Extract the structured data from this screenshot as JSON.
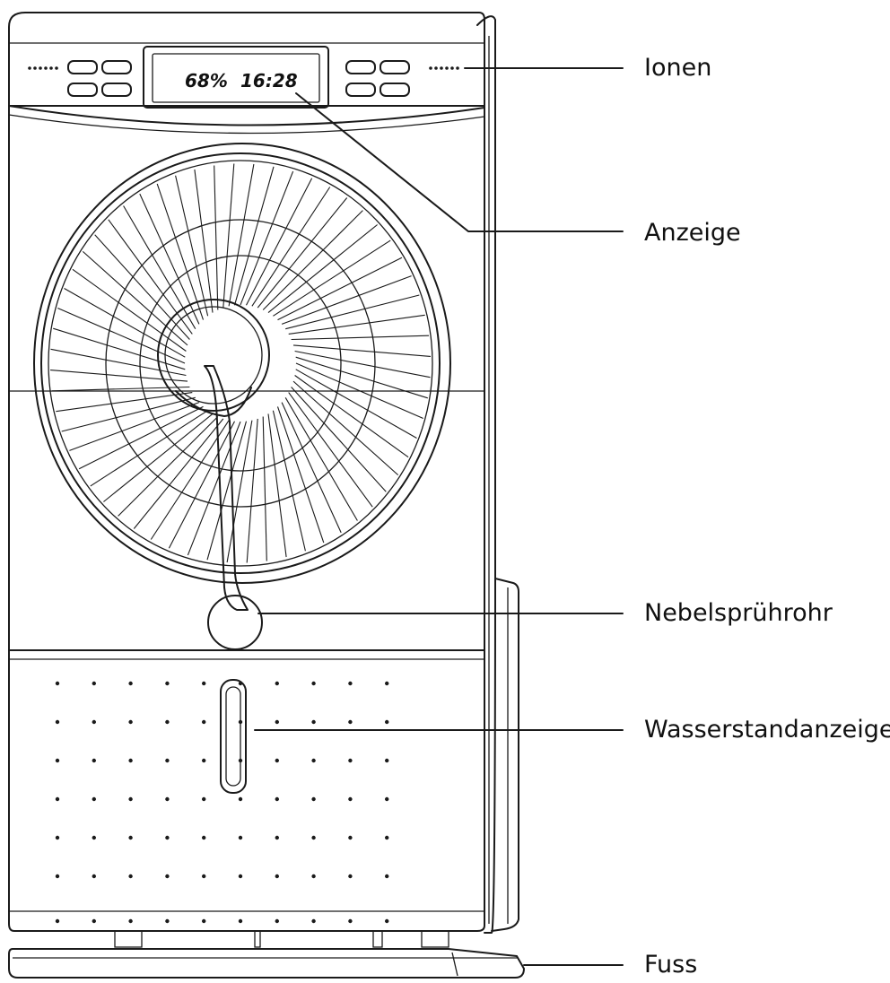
{
  "display": {
    "humidity": "68%",
    "time": "16:28"
  },
  "labels": {
    "ionen": "Ionen",
    "anzeige": "Anzeige",
    "nebel": "Nebelsprührohr",
    "wasser": "Wasserstandanzeige",
    "fuss": "Fuss"
  },
  "colors": {
    "line": "#1a1a1a",
    "background": "#ffffff"
  }
}
